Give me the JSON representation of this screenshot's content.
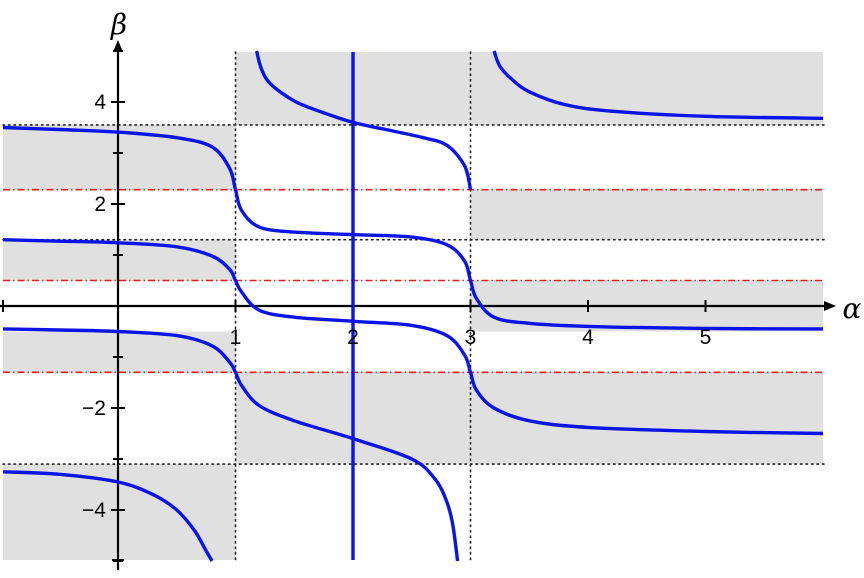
{
  "chart_data": {
    "type": "line",
    "title": "",
    "xlabel": "α",
    "ylabel": "β",
    "xlim": [
      -1,
      6
    ],
    "ylim": [
      -5,
      5
    ],
    "x_ticks": [
      1,
      2,
      3,
      4,
      5
    ],
    "x_tick_labels": [
      "1",
      "2",
      "3",
      "4",
      "5"
    ],
    "y_ticks_major": [
      -4,
      -2,
      2,
      4
    ],
    "y_tick_labels": [
      "−4",
      "−2",
      "2",
      "4"
    ],
    "y_ticks_minor": [
      -5,
      -3,
      -1,
      1,
      3,
      5
    ],
    "grid": false,
    "legend": "none",
    "colors": {
      "curve": "#0a14e6",
      "shade": "#e0e0e0",
      "guide_dotted": "#222222",
      "guide_dashdot": "#e81c1c",
      "axis": "#000000"
    },
    "vertical_line": {
      "x": 2
    },
    "dotted_vertical_lines": [
      1,
      3
    ],
    "dotted_horizontal_lines": [
      3.55,
      1.3,
      -3.1
    ],
    "dashdot_horizontal_lines": [
      2.28,
      0.5,
      -1.3
    ],
    "shaded_regions": [
      {
        "x": [
          -1,
          1
        ],
        "y": [
          2.28,
          3.55
        ]
      },
      {
        "x": [
          -1,
          1
        ],
        "y": [
          0.5,
          1.3
        ]
      },
      {
        "x": [
          -1,
          1
        ],
        "y": [
          -1.3,
          -0.5
        ]
      },
      {
        "x": [
          -1,
          1
        ],
        "y": [
          -5,
          -3.1
        ]
      },
      {
        "x": [
          1,
          3
        ],
        "y": [
          3.55,
          5
        ]
      },
      {
        "x": [
          1,
          3
        ],
        "y": [
          -3.1,
          -1.3
        ]
      },
      {
        "x": [
          3,
          6
        ],
        "y": [
          3.55,
          5
        ]
      },
      {
        "x": [
          3,
          6
        ],
        "y": [
          1.3,
          2.28
        ]
      },
      {
        "x": [
          3,
          6
        ],
        "y": [
          -0.5,
          0.5
        ]
      },
      {
        "x": [
          3,
          6
        ],
        "y": [
          -3.1,
          -1.3
        ]
      }
    ],
    "series": [
      {
        "x": [
          -1,
          -0.5,
          0,
          0.5,
          0.8,
          0.95,
          1.0,
          1.05,
          1.2,
          1.5,
          2.0,
          2.5,
          2.8,
          2.95,
          3.0,
          3.05,
          3.2,
          3.5,
          4,
          5,
          6
        ],
        "y": [
          3.5,
          3.46,
          3.41,
          3.3,
          3.12,
          2.7,
          2.28,
          1.88,
          1.55,
          1.45,
          1.4,
          1.35,
          1.2,
          0.88,
          0.5,
          0.15,
          -0.22,
          -0.34,
          -0.4,
          -0.44,
          -0.45
        ]
      },
      {
        "x": [
          -1,
          -0.5,
          0,
          0.5,
          0.8,
          0.95,
          1.0,
          1.05,
          1.2,
          1.5,
          2.0,
          2.5,
          2.8,
          2.95,
          3.0,
          3.05,
          3.2,
          3.5,
          4,
          5,
          6
        ],
        "y": [
          1.3,
          1.27,
          1.24,
          1.16,
          0.98,
          0.72,
          0.5,
          0.28,
          -0.08,
          -0.22,
          -0.3,
          -0.38,
          -0.58,
          -0.96,
          -1.3,
          -1.65,
          -2.0,
          -2.25,
          -2.38,
          -2.46,
          -2.5
        ]
      },
      {
        "x": [
          -1,
          -0.5,
          0,
          0.5,
          0.8,
          0.95,
          1.0,
          1.05,
          1.2,
          1.5,
          2.0,
          2.5,
          2.7,
          2.8,
          2.85,
          2.89
        ],
        "y": [
          -0.45,
          -0.47,
          -0.5,
          -0.58,
          -0.78,
          -1.1,
          -1.3,
          -1.55,
          -1.95,
          -2.25,
          -2.6,
          -3.0,
          -3.4,
          -3.85,
          -4.3,
          -5.0
        ]
      },
      {
        "x": [
          -1,
          -0.5,
          0,
          0.3,
          0.5,
          0.65,
          0.75,
          0.8
        ],
        "y": [
          -3.25,
          -3.3,
          -3.45,
          -3.7,
          -4.0,
          -4.4,
          -4.8,
          -5.0
        ]
      },
      {
        "x": [
          1.18,
          1.22,
          1.3,
          1.5,
          1.7,
          2.0,
          2.3,
          2.6,
          2.8,
          2.95,
          3.0
        ],
        "y": [
          5.0,
          4.65,
          4.35,
          4.02,
          3.83,
          3.6,
          3.45,
          3.3,
          3.15,
          2.75,
          2.28
        ]
      },
      {
        "x": [
          3.2,
          3.25,
          3.35,
          3.5,
          3.8,
          4.2,
          5,
          6
        ],
        "y": [
          5.0,
          4.7,
          4.45,
          4.2,
          3.95,
          3.82,
          3.72,
          3.68
        ]
      }
    ]
  }
}
